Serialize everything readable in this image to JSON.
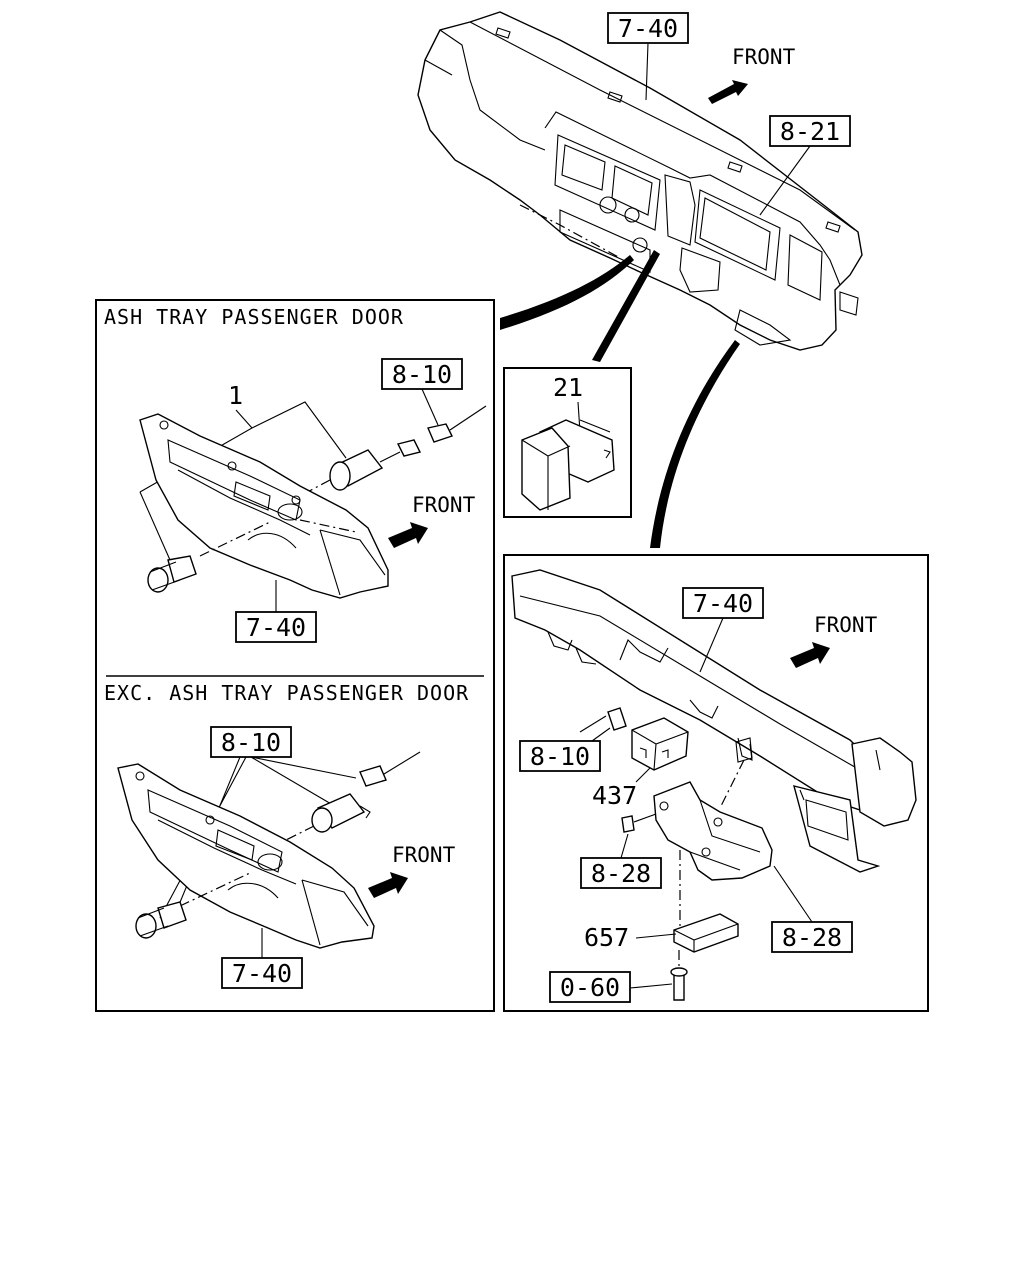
{
  "front_label": "FRONT",
  "top": {
    "ref_dash": "7-40",
    "ref_cluster": "8-21"
  },
  "panel_ash": {
    "heading": "ASH TRAY PASSENGER DOOR",
    "part_1": "1",
    "ref_socket": "8-10",
    "ref_panel": "7-40"
  },
  "panel_exc": {
    "heading": "EXC. ASH TRAY PASSENGER DOOR",
    "ref_socket": "8-10",
    "ref_panel": "7-40"
  },
  "panel_switch": {
    "part_21": "21"
  },
  "panel_relay": {
    "ref_beam": "7-40",
    "ref_connector": "8-10",
    "part_437": "437",
    "ref_bolt": "8-28",
    "ref_bracket": "8-28",
    "part_657": "657",
    "ref_screw": "0-60"
  }
}
